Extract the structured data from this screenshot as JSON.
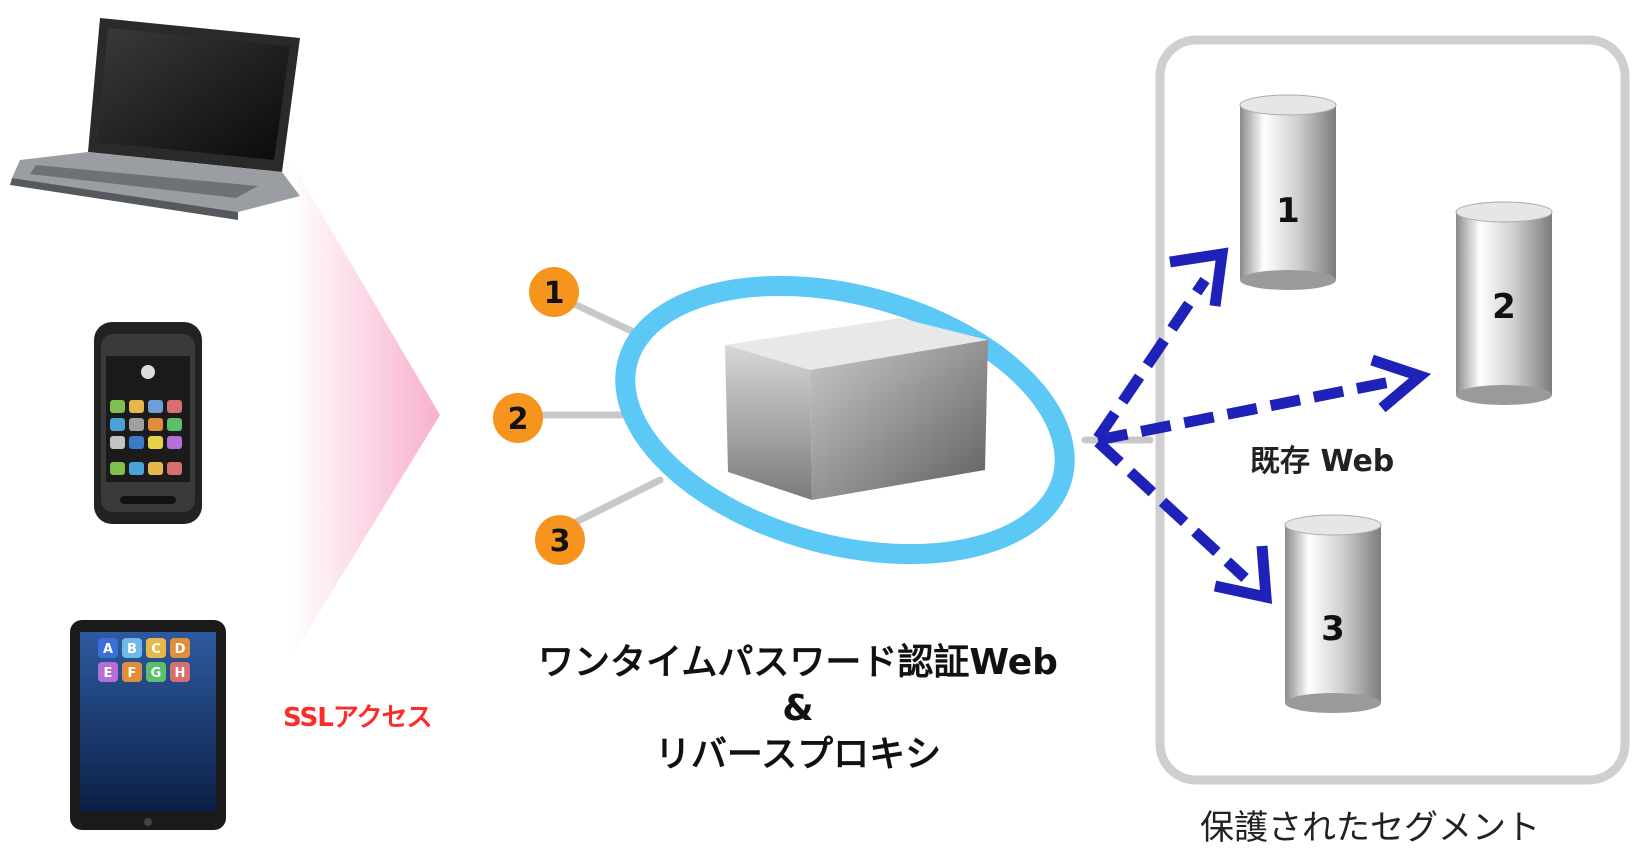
{
  "diagram": {
    "ssl_label": "SSLアクセス",
    "proxy_label_line1": "ワンタイムパスワード認証Web",
    "proxy_label_line2": "&",
    "proxy_label_line3": "リバースプロキシ",
    "existing_web_label": "既存 Web",
    "segment_label": "保護されたセグメント",
    "ports": [
      "1",
      "2",
      "3"
    ],
    "servers": [
      "1",
      "2",
      "3"
    ],
    "tablet_app_letters": [
      "A",
      "B",
      "C",
      "D",
      "E",
      "F",
      "G",
      "H"
    ]
  },
  "colors": {
    "ssl_text": "#ff2a2a",
    "port_badge": "#f7941d",
    "ring": "#5bc8f5",
    "arrows": "#1f22b8",
    "funnel": "#f7a7c8",
    "segment_border": "#cfcfcf"
  }
}
